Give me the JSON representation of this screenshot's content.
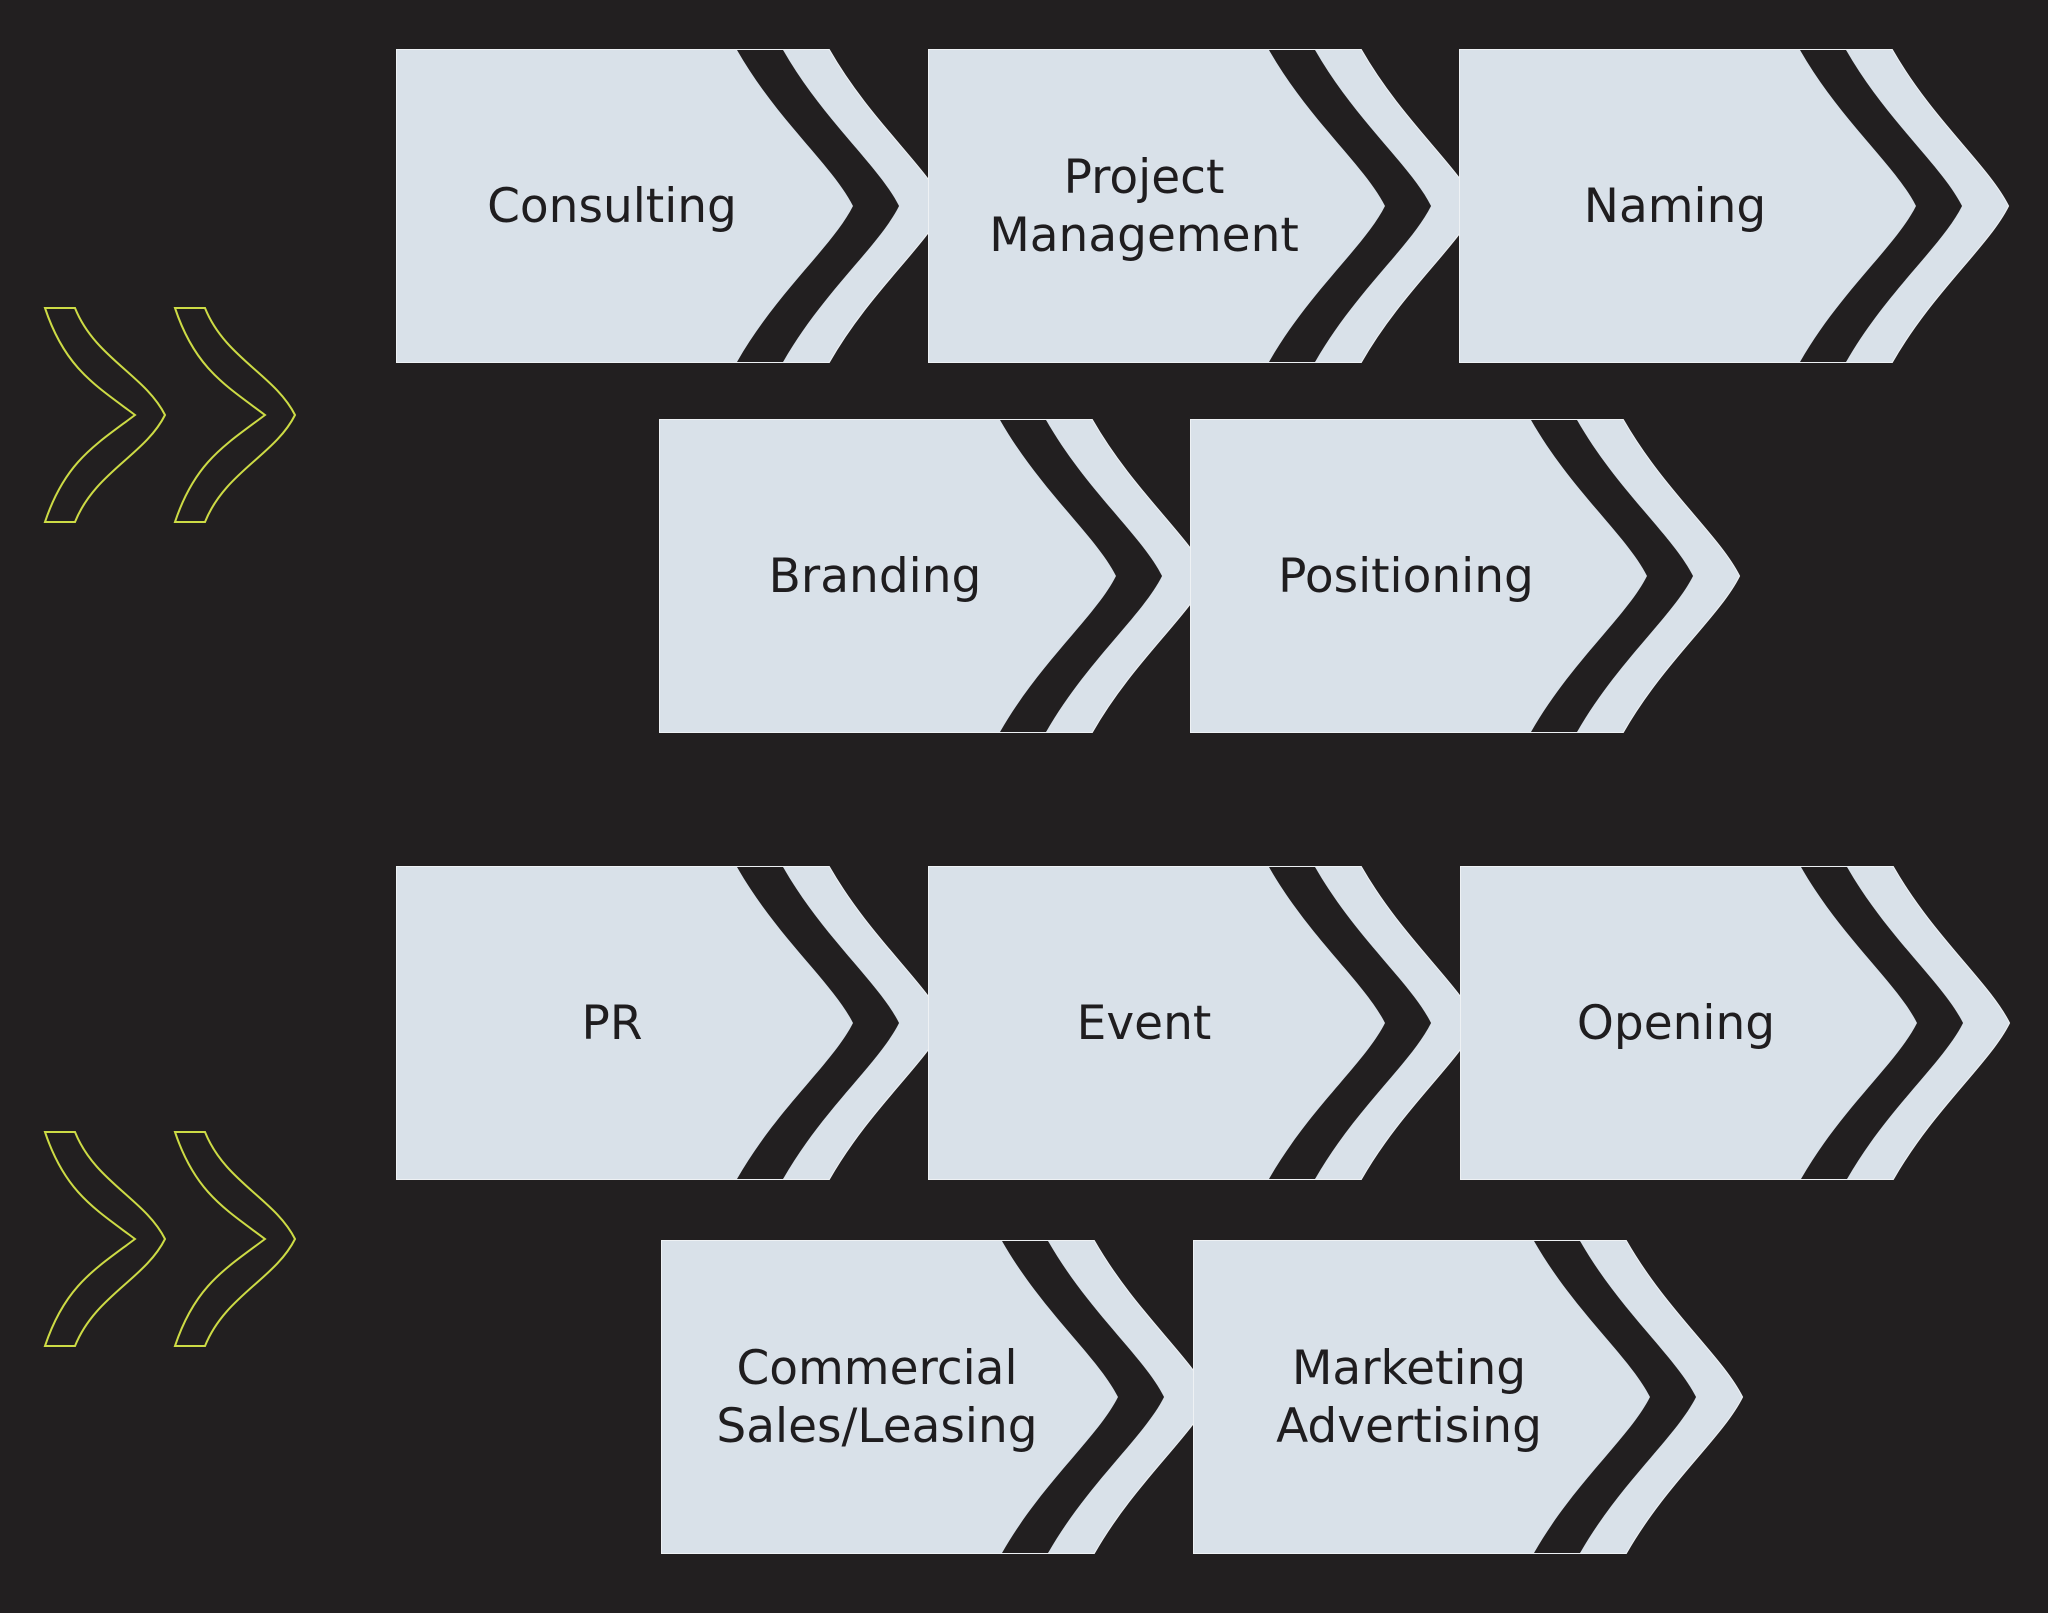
{
  "colors": {
    "background": "#221f20",
    "card_fill": "#d9e1e9",
    "card_outline": "#eef1f4",
    "chevron_stroke": "#cddb45",
    "text": "#1f1d1f"
  },
  "groups": [
    {
      "marker_icon": "double-chevron-right-icon",
      "rows": [
        [
          {
            "lines": [
              "Consulting"
            ]
          },
          {
            "lines": [
              "Project",
              "Management"
            ]
          },
          {
            "lines": [
              "Naming"
            ]
          }
        ],
        [
          {
            "lines": [
              "Branding"
            ]
          },
          {
            "lines": [
              "Positioning"
            ]
          }
        ]
      ]
    },
    {
      "marker_icon": "double-chevron-right-icon",
      "rows": [
        [
          {
            "lines": [
              "PR"
            ]
          },
          {
            "lines": [
              "Event"
            ]
          },
          {
            "lines": [
              "Opening"
            ]
          }
        ],
        [
          {
            "lines": [
              "Commercial",
              "Sales/Leasing"
            ]
          },
          {
            "lines": [
              "Marketing",
              "Advertising"
            ]
          }
        ]
      ]
    }
  ]
}
